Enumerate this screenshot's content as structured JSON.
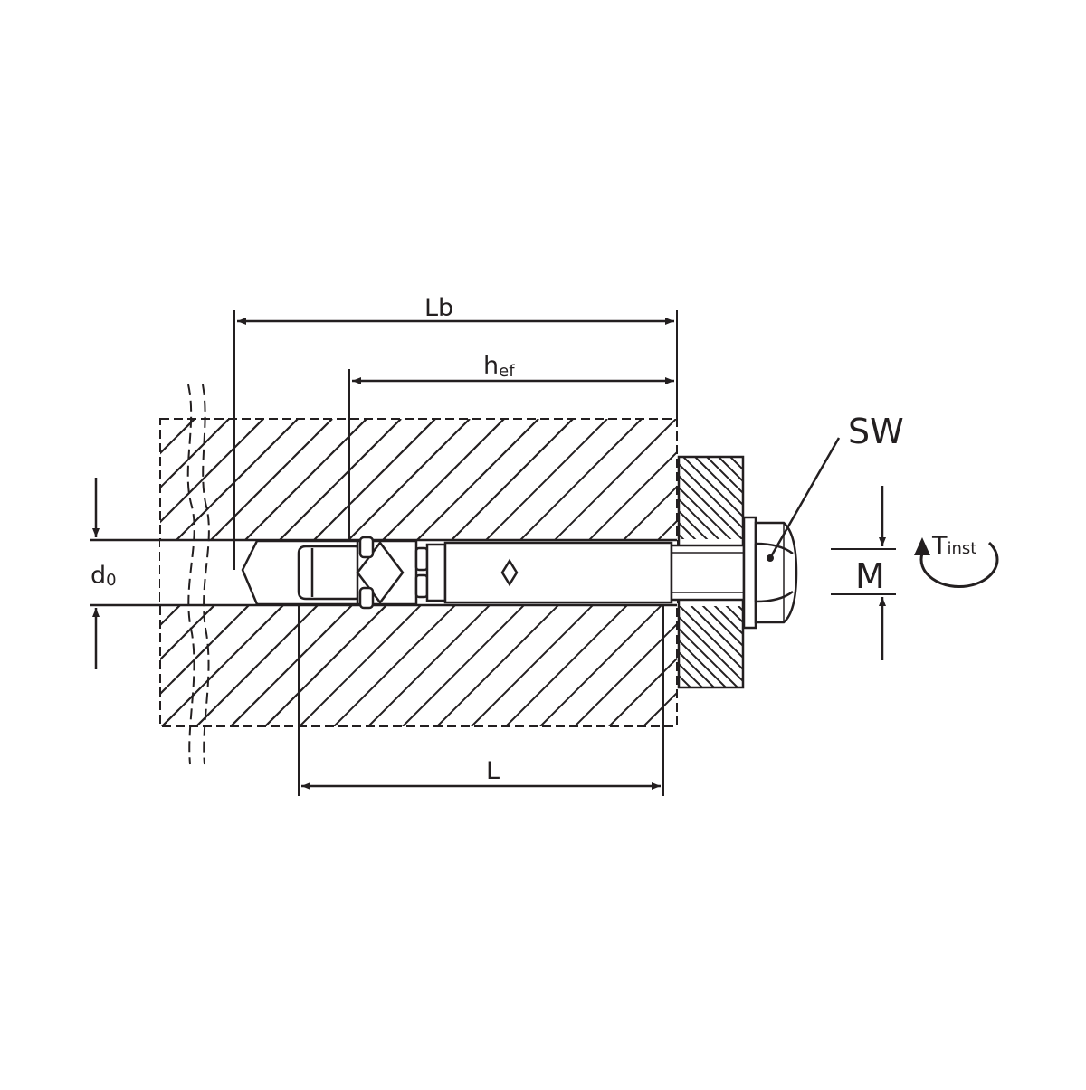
{
  "diagram": {
    "colors": {
      "line": "#231f20",
      "background": "#ffffff"
    },
    "labels": {
      "lb": "Lb",
      "hef_main": "h",
      "hef_sub": "ef",
      "l": "L",
      "d0_main": "d",
      "d0_sub": "0",
      "sw": "SW",
      "m": "M",
      "tinst_main": "T",
      "tinst_sub": "inst"
    }
  }
}
